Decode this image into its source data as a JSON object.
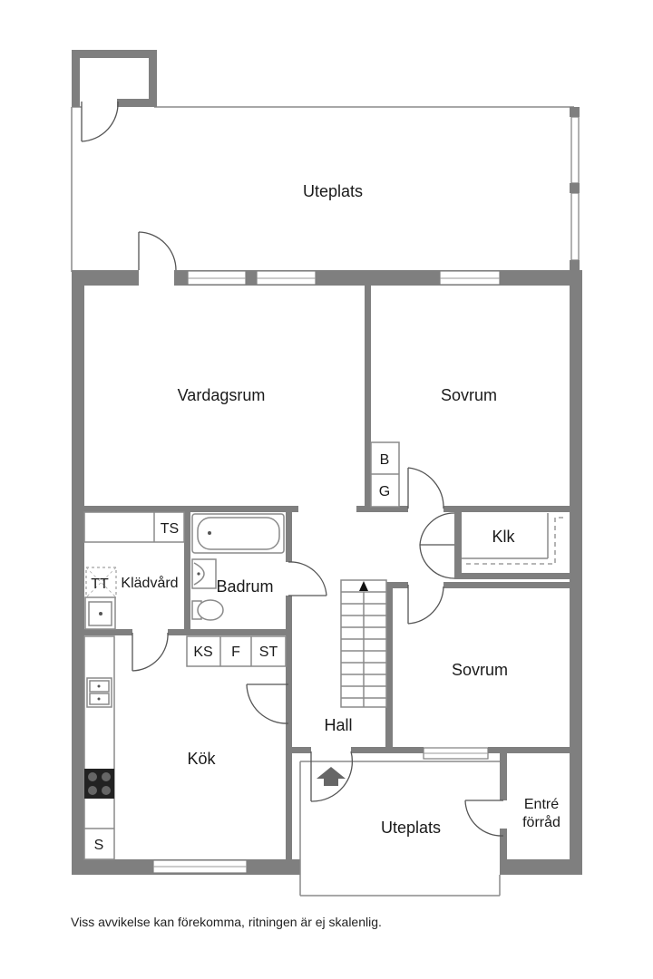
{
  "rooms": {
    "uteplats_top": "Uteplats",
    "vardagsrum": "Vardagsrum",
    "sovrum_top": "Sovrum",
    "b_closet": "B",
    "g_closet": "G",
    "klk": "Klk",
    "ts": "TS",
    "kladvard": "Klädvård",
    "tt": "TT",
    "badrum": "Badrum",
    "ks": "KS",
    "f": "F",
    "st": "ST",
    "sovrum_bottom": "Sovrum",
    "hall": "Hall",
    "kok": "Kök",
    "uteplats_bottom": "Uteplats",
    "entre_line1": "Entré",
    "entre_line2": "förråd",
    "s_cabinet": "S"
  },
  "footnote": "Viss avvikelse kan förekomma, ritningen är ej skalenlig."
}
